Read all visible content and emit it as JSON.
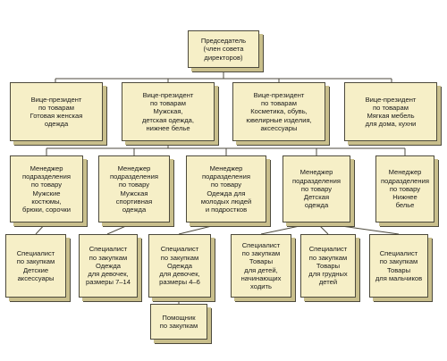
{
  "chairman": "Председатель\n(член совета\nдиректоров)",
  "vice_presidents": [
    "Вице-президент\nпо товарам\nГотовая женская\nодежда",
    "Вице-президент\nпо товарам\nМужская,\nдетская одежда,\nнижнее белье",
    "Вице-президент\nпо товарам\nКосметика, обувь,\nювелирные изделия,\nаксессуары",
    "Вице-президент\nпо товарам\nМягкая мебель\nдля дома, кухни"
  ],
  "managers": [
    "Менеджер\nподразделения\nпо товару\nМужские\nкостюмы,\nбрюки, сорочки",
    "Менеджер\nподразделения\nпо товару\nМужская\nспортивная\nодежда",
    "Менеджер\nподразделения\nпо товару\nОдежда для\nмолодых людей\nи подростков",
    "Менеджер\nподразделения\nпо товару\nДетская\nодежда",
    "Менеджер\nподразделения\nпо товару\nНижнее\nбелье"
  ],
  "specialists": [
    "Специалист\nпо закупкам\nДетские\nаксессуары",
    "Специалист\nпо закупкам\nОдежда\nдля девочек,\nразмеры 7–14",
    "Специалист\nпо закупкам\nОдежда\nдля девочек,\nразмеры 4–6",
    "Специалист\nпо закупкам\nТовары\nдля детей,\nначинающих\nходить",
    "Специалист\nпо закупкам\nТовары\nдля грудных\nдетей",
    "Специалист\nпо закупкам\nТовары\nдля мальчиков"
  ],
  "assistant": "Помощник\nпо закупкам"
}
